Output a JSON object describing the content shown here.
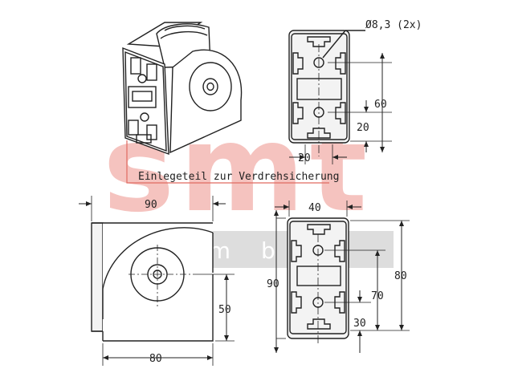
{
  "watermark": {
    "main": "smt",
    "sub": "GmbH",
    "color": "#f3b7b3",
    "band_color": "#cfcfcf"
  },
  "labels": {
    "insert_note": "Einlegeteil zur Verdrehsicherung",
    "hole_note": "Ø8,3 (2x)"
  },
  "dimensions": {
    "top_width": "20",
    "top_height": "60",
    "top_pitch": "20",
    "front_width": "90",
    "front_base": "80",
    "front_height": "50",
    "side_width": "40",
    "side_height_left": "90",
    "side_height_right": "80",
    "side_upper": "70",
    "side_lower": "30"
  },
  "colors": {
    "line": "#222222",
    "panel": "#f2f2f2"
  }
}
